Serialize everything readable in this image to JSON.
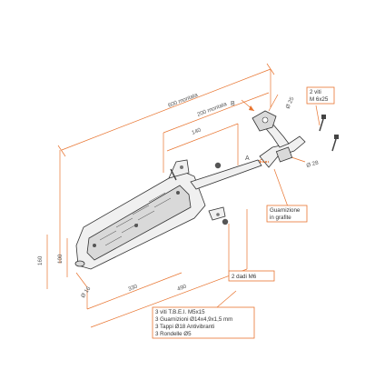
{
  "dimensions": {
    "d600": "600 montata",
    "d200": "200 montata",
    "d140": "140",
    "d330": "330",
    "d490": "490",
    "d160": "160",
    "d100": "100",
    "dia16": "Ø 16",
    "dia25": "Ø 25",
    "dia28": "Ø 28"
  },
  "markers": {
    "a": "A",
    "b": "B"
  },
  "callouts": {
    "viti_m6": [
      "2 viti",
      "M 6x25"
    ],
    "guarnizione": [
      "Guarnizione",
      "in grafite"
    ],
    "dadi": "2 dadi M6",
    "kit": [
      "3 viti T.B.E.I. M5x15",
      "3 Guarnizioni Ø14x4,9x1,5 mm",
      "3 Tappi Ø18 Antivibranti",
      "3 Rondelle Ø5"
    ]
  },
  "colors": {
    "dimension_line": "#e8742f",
    "part_outline": "#333333",
    "background": "#ffffff"
  }
}
